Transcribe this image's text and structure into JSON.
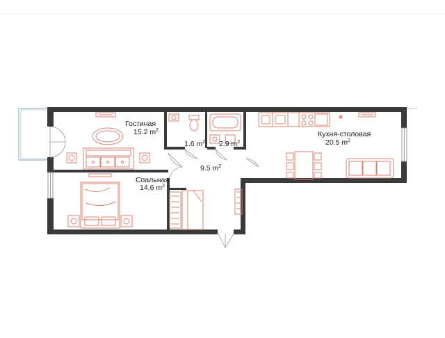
{
  "rooms": {
    "living": {
      "name": "Гостиная",
      "area": "15.2 m",
      "unit_sup": "2"
    },
    "wc": {
      "name": "",
      "area": "1.6 m",
      "unit_sup": "2"
    },
    "bath": {
      "name": "",
      "area": "2.9 m",
      "unit_sup": "2"
    },
    "kitchen": {
      "name": "Кухня-столовая",
      "area": "20.5 m",
      "unit_sup": "2"
    },
    "hall": {
      "name": "",
      "area": "9.5 m",
      "unit_sup": "2"
    },
    "bedroom": {
      "name": "Спальная",
      "area": "14.6 m",
      "unit_sup": "2"
    }
  },
  "colors": {
    "wall": "#3a3a3a",
    "furniture": "#d9826e",
    "line": "#9a9a9a",
    "window": "#8fbcc4"
  },
  "icons": [
    "sofa-icon",
    "bed-icon",
    "bathtub-icon",
    "toilet-icon",
    "dining-table-icon",
    "stove-icon",
    "sink-icon",
    "wardrobe-icon"
  ]
}
